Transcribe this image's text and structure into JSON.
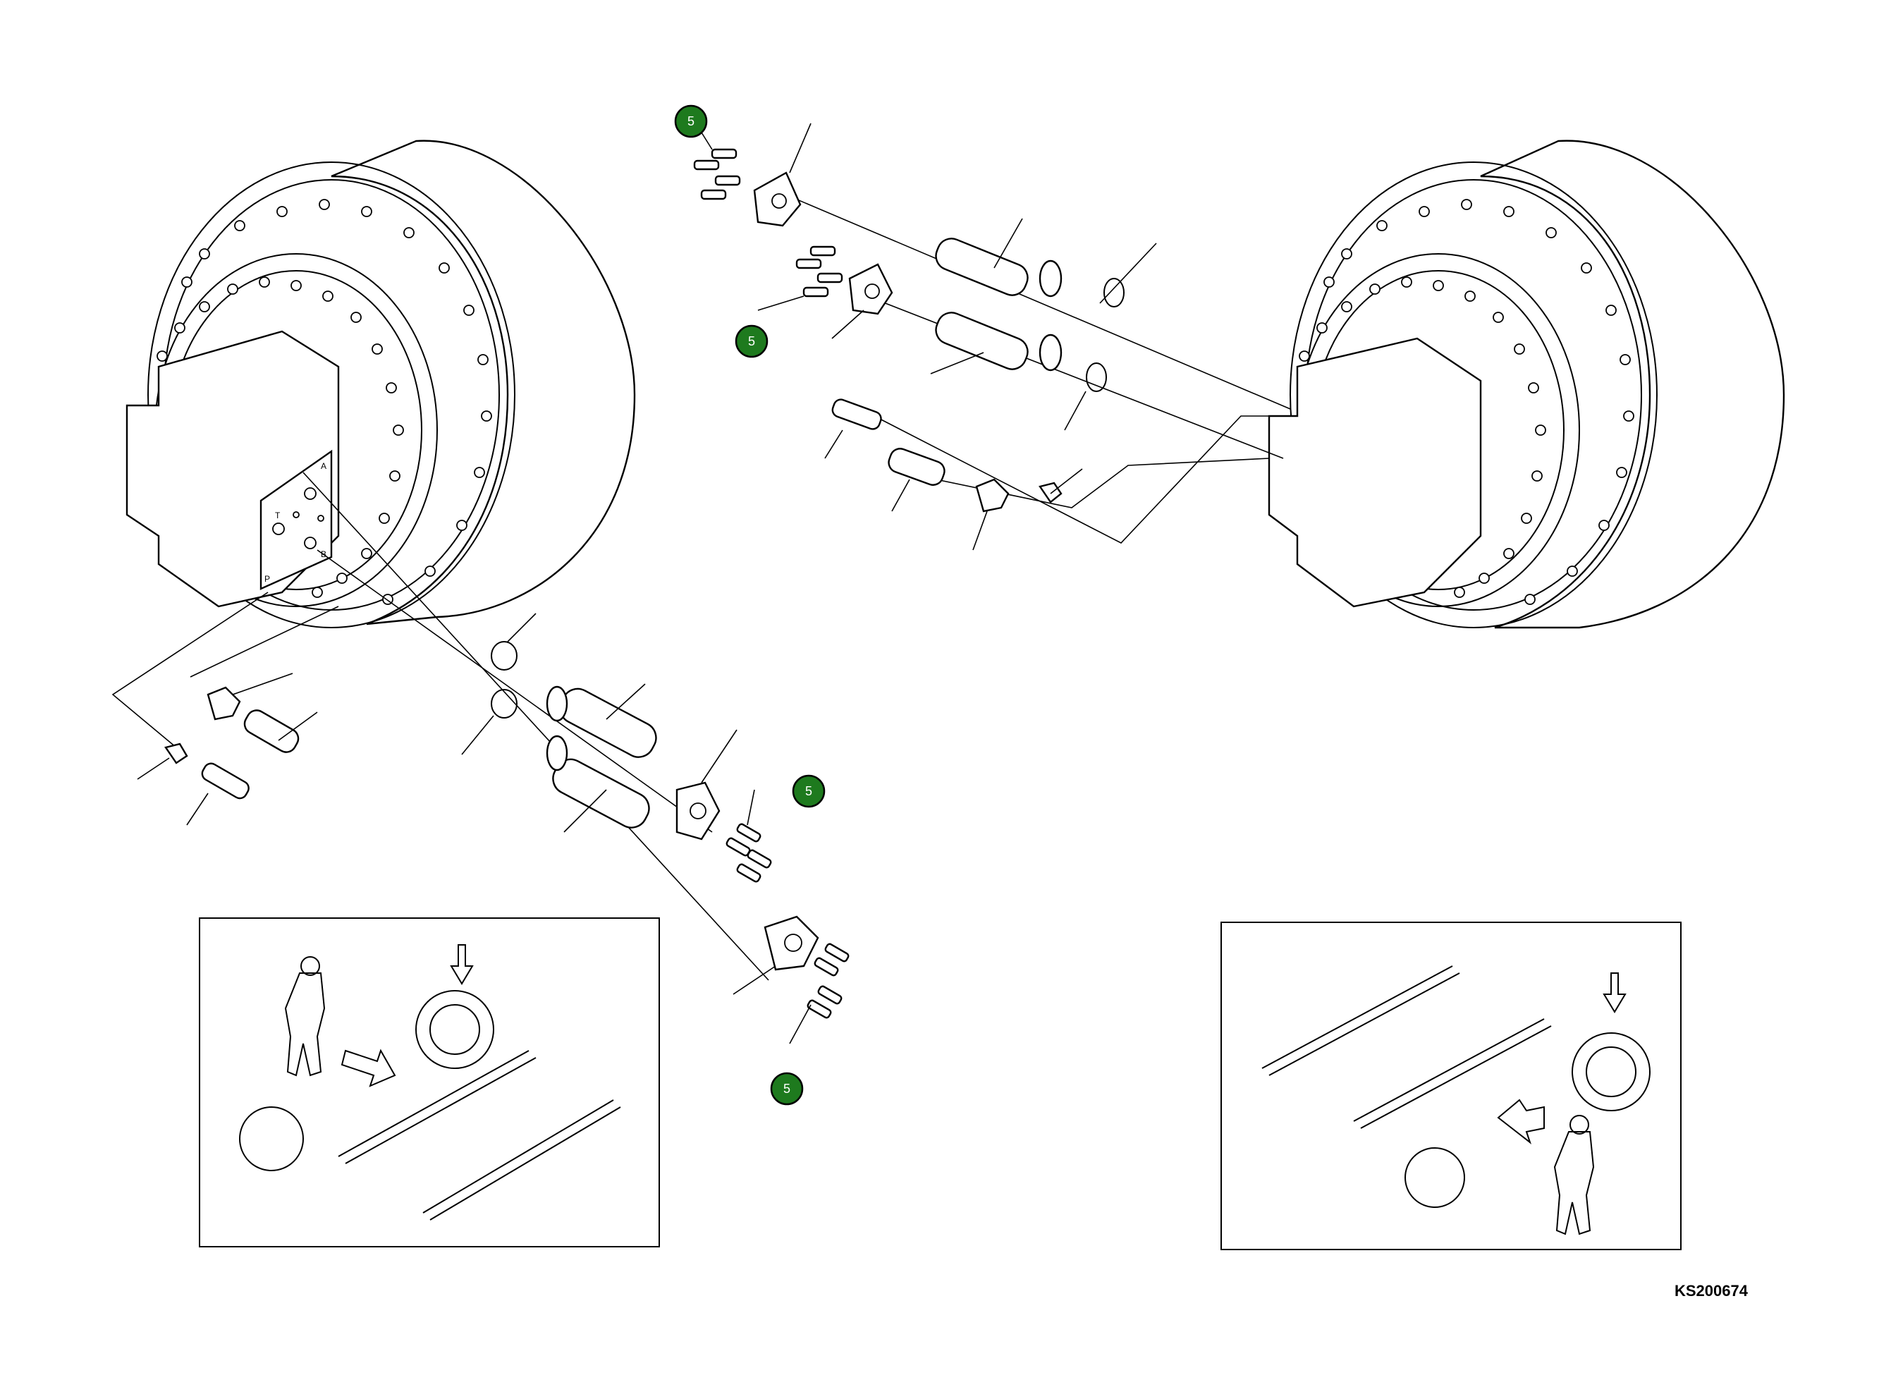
{
  "diagram": {
    "drawing_id": "KS200674",
    "callout_color": "#1e7a1e",
    "callouts": [
      {
        "label": "5"
      },
      {
        "label": "5"
      },
      {
        "label": "5"
      },
      {
        "label": "5"
      }
    ],
    "port_markings": [
      "T",
      "A",
      "B",
      "P"
    ]
  }
}
